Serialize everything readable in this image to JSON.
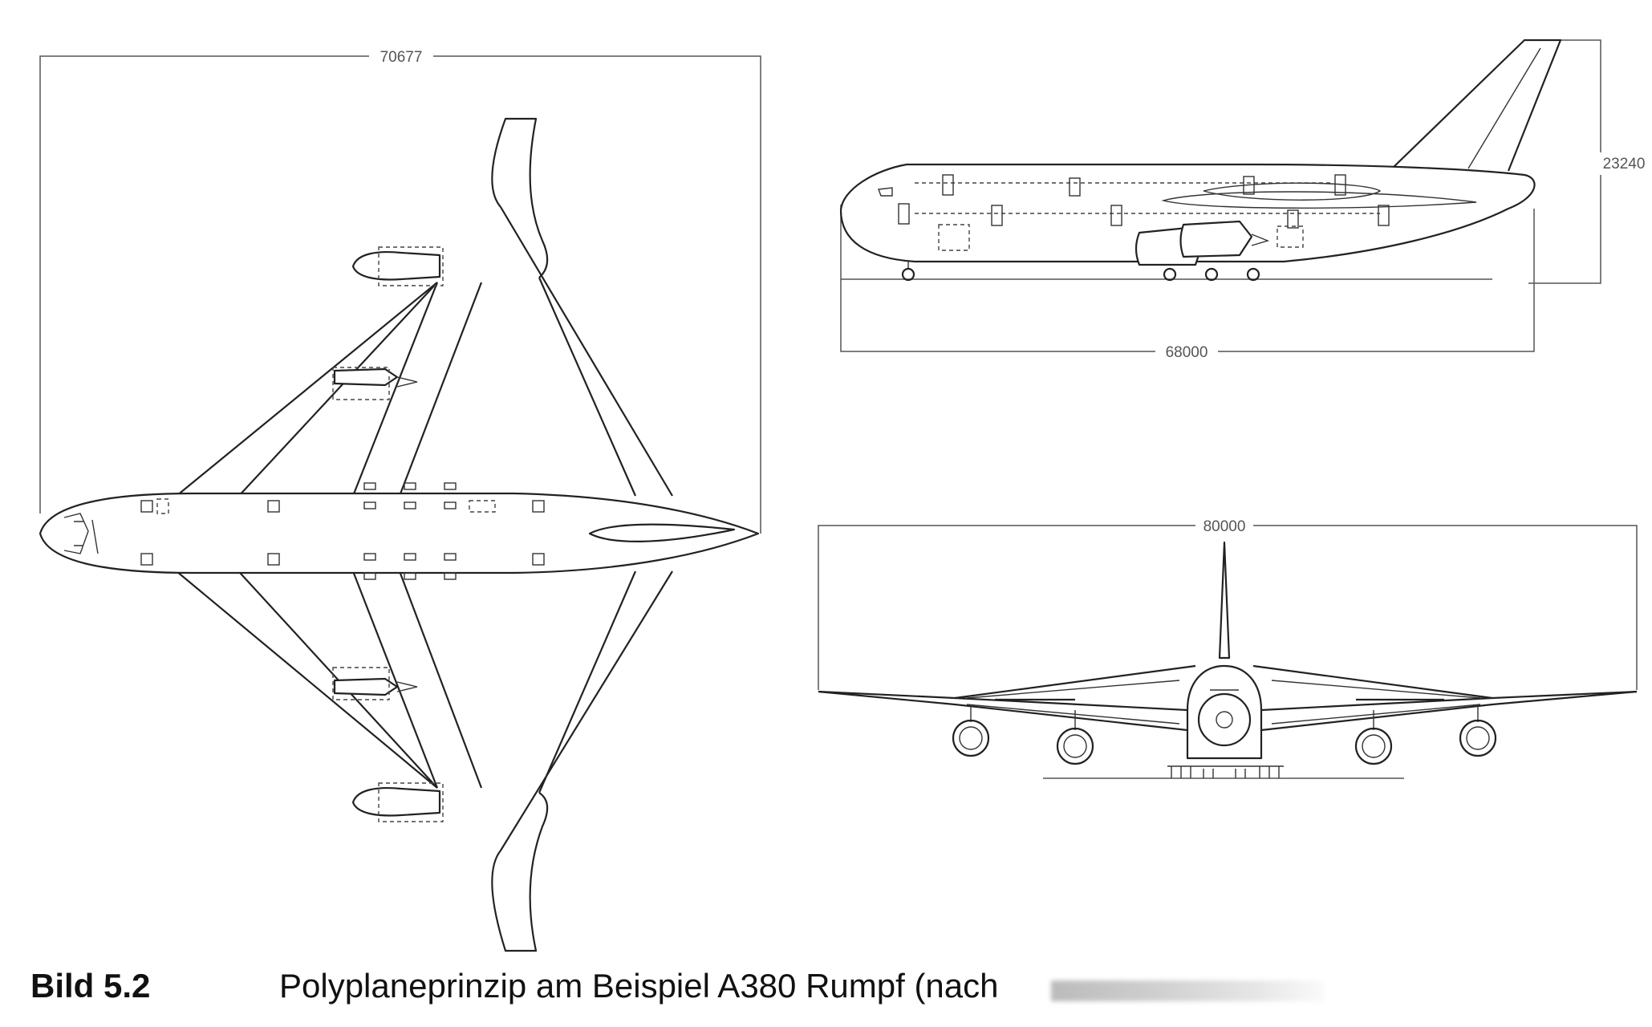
{
  "dimensions": {
    "top_span": "70677",
    "side_height": "23240",
    "side_length": "68000",
    "front_span": "80000"
  },
  "caption": {
    "label": "Bild 5.2",
    "text": "Polyplaneprinzip am Beispiel A380 Rumpf (nach"
  },
  "colors": {
    "line": "#222222",
    "dim_line": "#555555",
    "background": "#ffffff"
  }
}
